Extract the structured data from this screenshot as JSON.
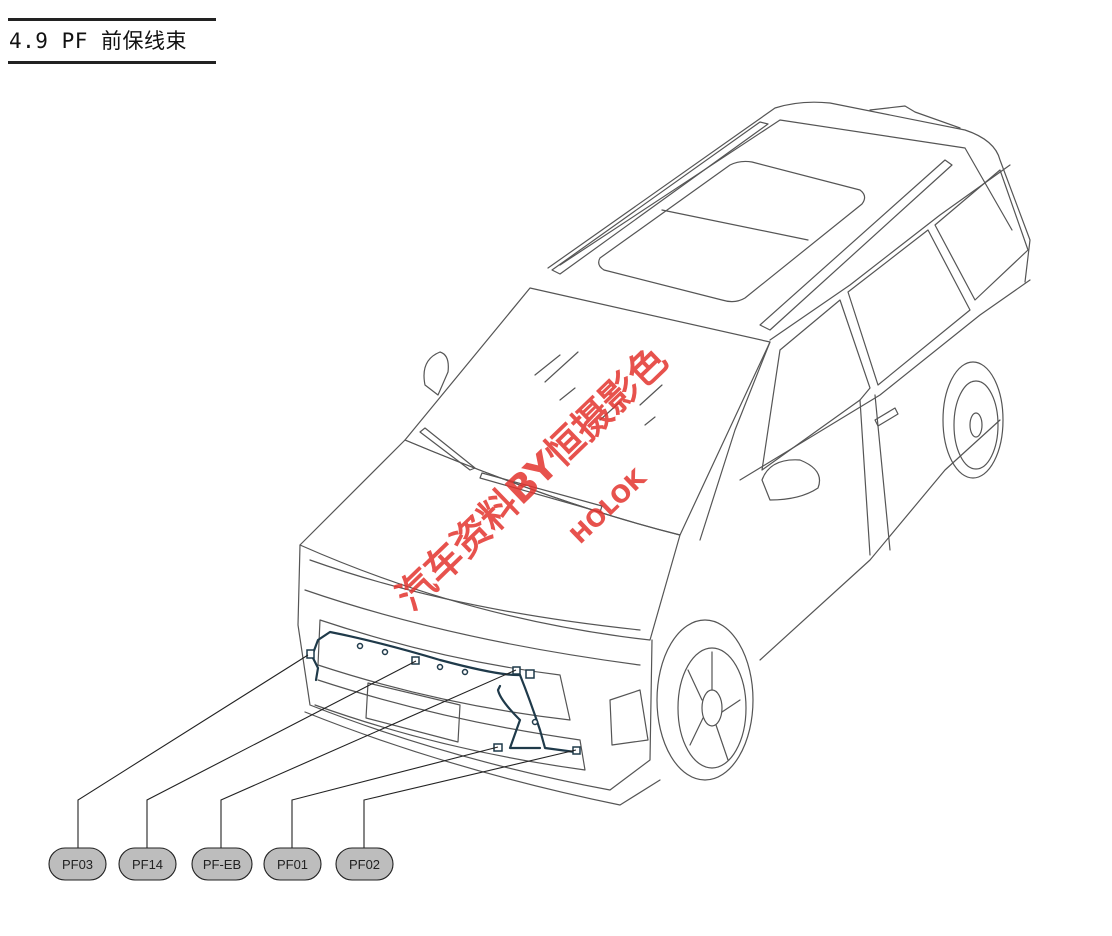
{
  "section": {
    "title": "4.9 PF 前保线束"
  },
  "diagram": {
    "callouts": [
      {
        "id": "PF03",
        "label": "PF03"
      },
      {
        "id": "PF14",
        "label": "PF14"
      },
      {
        "id": "PF-EB",
        "label": "PF-EB"
      },
      {
        "id": "PF01",
        "label": "PF01"
      },
      {
        "id": "PF02",
        "label": "PF02"
      }
    ],
    "watermark": {
      "line1": "汽车资料BY恒摄影色",
      "line2": "HOLOK",
      "color": "#e3342f"
    },
    "colors": {
      "outline": "#4a4a4a",
      "harness": "#1f3a4a",
      "callout_fill": "#bdbdbd"
    }
  }
}
